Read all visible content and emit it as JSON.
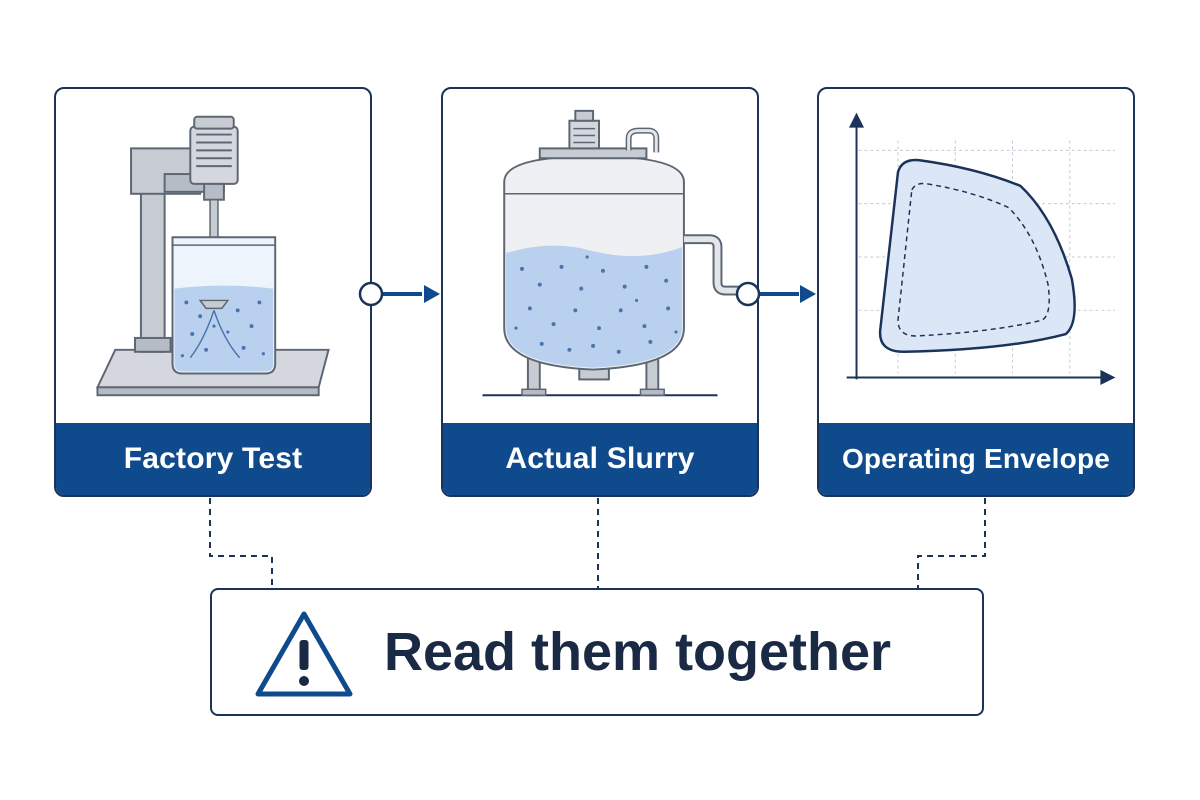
{
  "steps": [
    {
      "label": "Factory Test",
      "icon": "mixer-beaker-icon"
    },
    {
      "label": "Actual Slurry",
      "icon": "slurry-tank-icon"
    },
    {
      "label": "Operating Envelope",
      "icon": "envelope-chart-icon"
    }
  ],
  "callout": {
    "text": "Read them together",
    "icon": "warning-triangle-icon"
  },
  "colors": {
    "accent": "#0f4a8c",
    "outline": "#1b3358",
    "liquid": "#b9d1ee",
    "envelope_fill": "#dbe7f6"
  }
}
